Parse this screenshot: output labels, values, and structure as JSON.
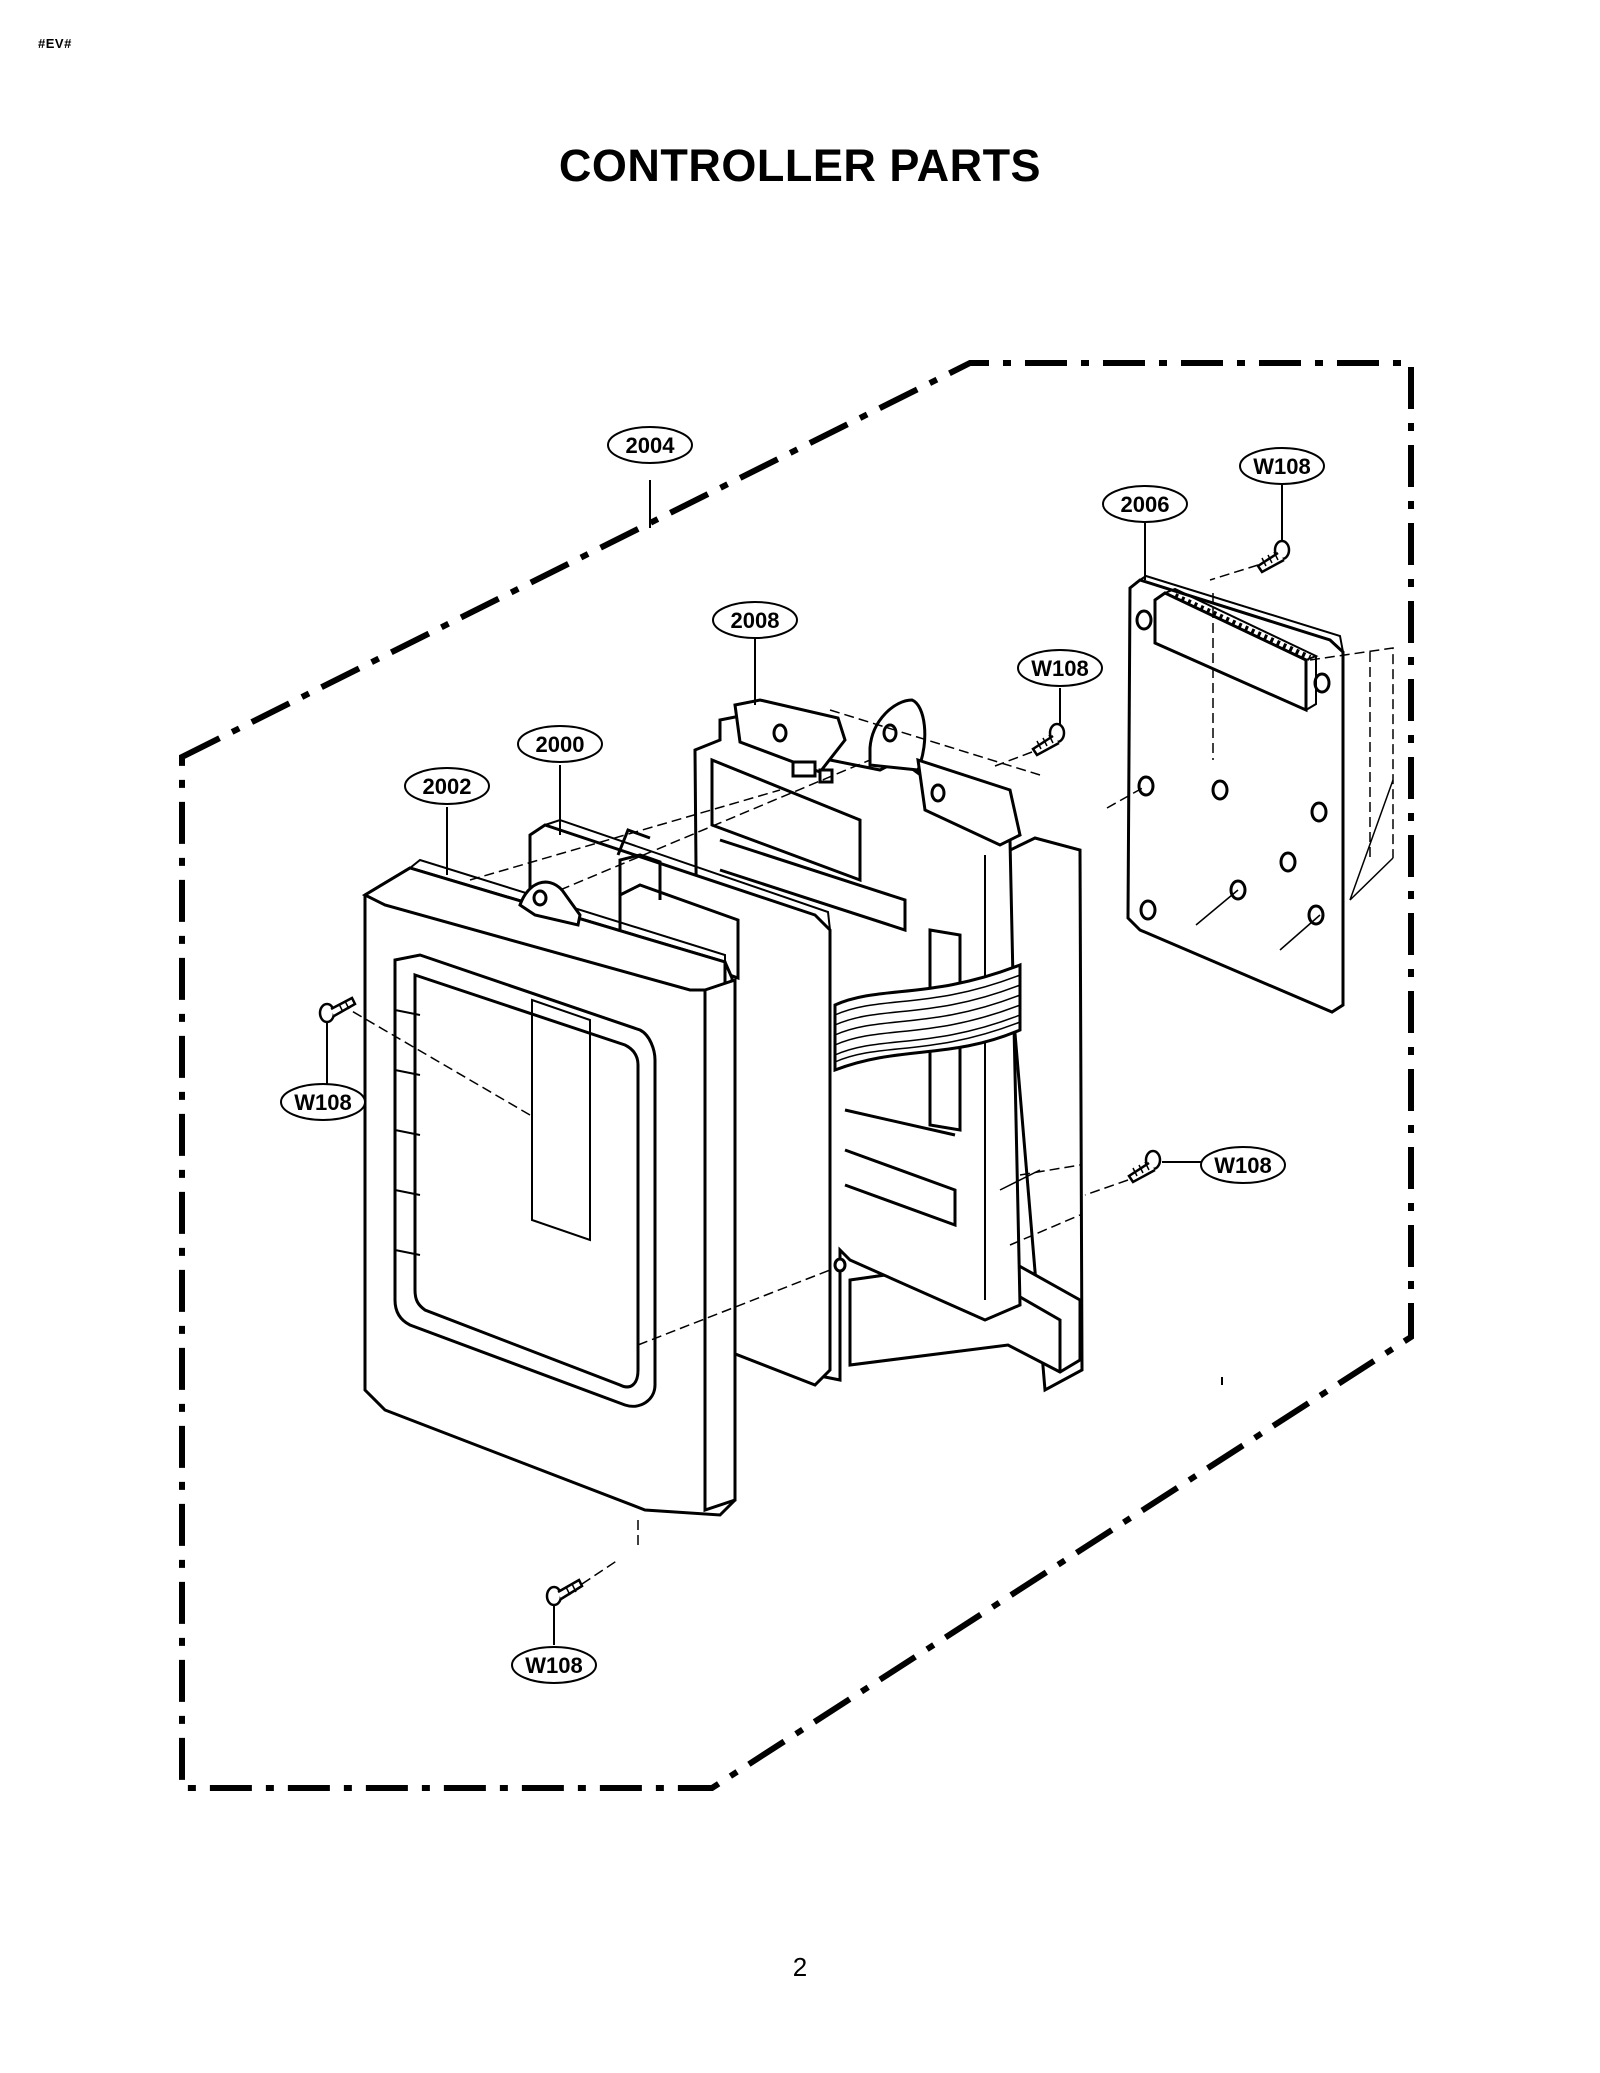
{
  "header": {
    "corner_tag": "#EV#",
    "title": "CONTROLLER PARTS"
  },
  "footer": {
    "page_number": "2"
  },
  "callouts": {
    "c2004": "2004",
    "c2006": "2006",
    "c2008": "2008",
    "c2000": "2000",
    "c2002": "2002",
    "w108_top_right": "W108",
    "w108_mid": "W108",
    "w108_left": "W108",
    "w108_right": "W108",
    "w108_bottom": "W108"
  },
  "colors": {
    "ink": "#000000",
    "paper": "#ffffff"
  }
}
